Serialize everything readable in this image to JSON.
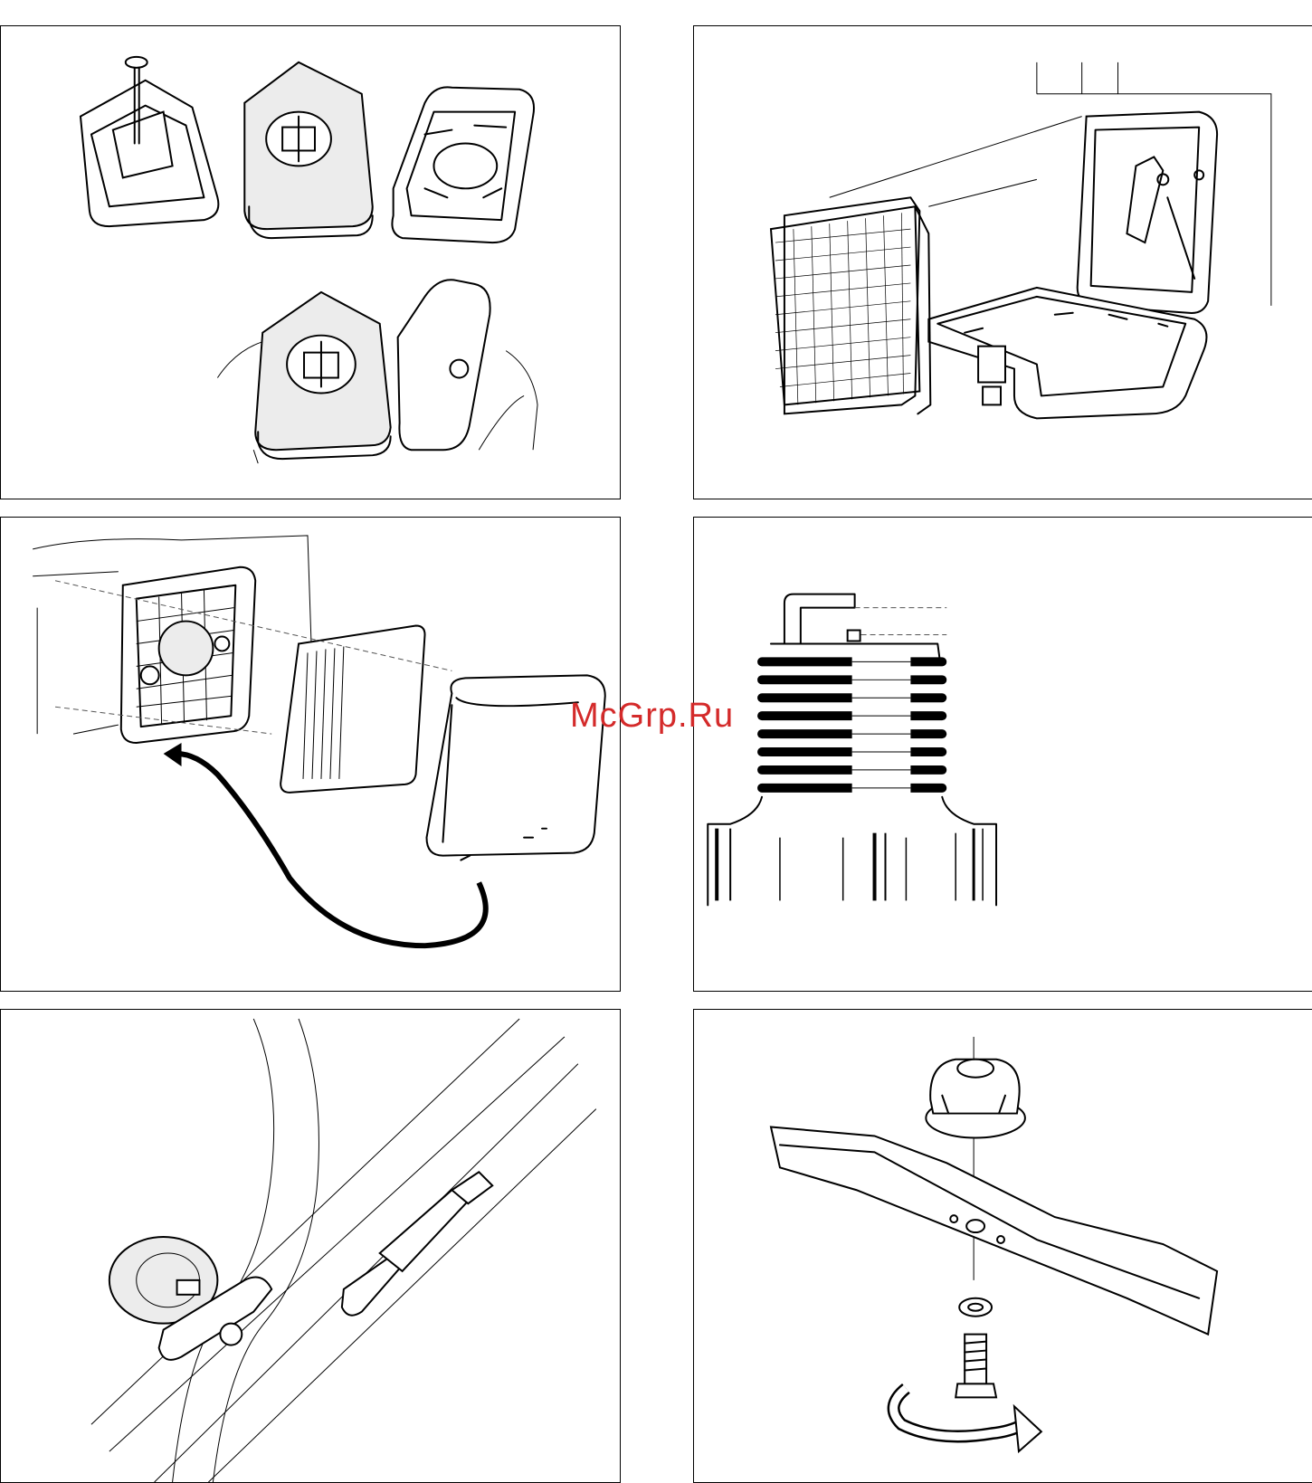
{
  "watermark": {
    "text": "McGrp.Ru",
    "color": "#d42a2a"
  },
  "illustrations": [
    {
      "id": "p1",
      "icon": "air-filter-foam-element-icon"
    },
    {
      "id": "p2",
      "icon": "air-filter-paper-element-icon"
    },
    {
      "id": "p3",
      "icon": "air-filter-cover-install-icon"
    },
    {
      "id": "p4",
      "icon": "spark-plug-icon"
    },
    {
      "id": "p5",
      "icon": "handle-knob-icon"
    },
    {
      "id": "p6",
      "icon": "blade-bolt-icon"
    }
  ]
}
